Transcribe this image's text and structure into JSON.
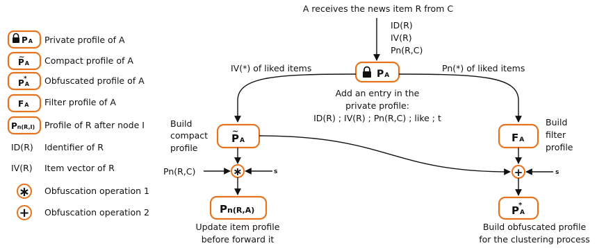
{
  "colors": {
    "box_border": "#e8731e",
    "line": "#111111",
    "background": "#ffffff"
  },
  "legend": {
    "private": {
      "symbol_letter": "P",
      "symbol_sub": "A",
      "icon": "lock-icon",
      "label": "Private profile of A"
    },
    "compact": {
      "symbol_letter": "P",
      "symbol_sub": "A",
      "accent": "~",
      "label": "Compact profile of A"
    },
    "obfuscated": {
      "symbol_letter": "P",
      "symbol_sub": "A",
      "accent": "*",
      "label": "Obfuscated profile of A"
    },
    "filter": {
      "symbol_letter": "F",
      "symbol_sub": "A",
      "label": "Filter profile of A"
    },
    "item": {
      "symbol_letter": "P",
      "symbol_sub": "n(R,I)",
      "label": "Profile of R after node I"
    },
    "id": {
      "term": "ID(R)",
      "label": "Identifier of R"
    },
    "iv": {
      "term": "IV(R)",
      "label": "Item vector of R"
    },
    "op1": {
      "symbol": "∗",
      "label": "Obfuscation operation 1"
    },
    "op2": {
      "symbol": "+",
      "label": "Obfuscation operation 2"
    }
  },
  "flow": {
    "top_text": "A receives the news item R from C",
    "incoming": [
      "ID(R)",
      "IV(R)",
      "Pn(R,C)"
    ],
    "left_arrow_label": "IV(*) of liked items",
    "right_arrow_label": "Pn(*) of liked items",
    "center_text": [
      "Add an entry in the",
      "private profile:",
      "ID(R) ; IV(R) ; Pn(R,C) ; like ; t"
    ],
    "private_node": {
      "letter": "P",
      "sub": "A"
    },
    "compact_node": {
      "letter": "P",
      "sub": "A",
      "accent": "~"
    },
    "filter_node": {
      "letter": "F",
      "sub": "A"
    },
    "item_node": {
      "letter": "P",
      "sub": "n(R,A)"
    },
    "obf_node": {
      "letter": "P",
      "sub": "A",
      "accent": "*"
    },
    "left_side_label": [
      "Build",
      "compact",
      "profile"
    ],
    "right_side_label": [
      "Build",
      "filter",
      "profile"
    ],
    "left_input": "Pn(R,C)",
    "s_label": "s",
    "op1_symbol": "∗",
    "op2_symbol": "+",
    "left_bottom_text": [
      "Update item profile",
      "before forward it"
    ],
    "right_bottom_text": [
      "Build obfuscated profile",
      "for the clustering process"
    ]
  }
}
